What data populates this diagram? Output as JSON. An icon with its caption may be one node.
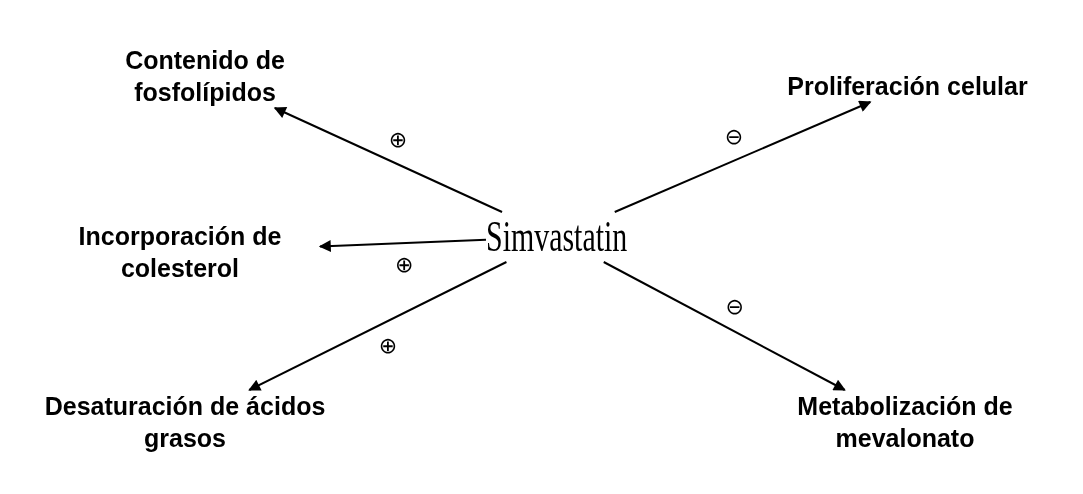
{
  "diagram": {
    "nodes": [
      {
        "text": [
          "Simvastatin"
        ]
      },
      {
        "text": [
          "Contenido de fosfolípidos"
        ]
      },
      {
        "text": [
          "Proliferación celular"
        ]
      },
      {
        "text": [
          "Incorporación de colesterol"
        ]
      },
      {
        "text": [
          "Desaturación de ácidos grasos"
        ]
      },
      {
        "text": [
          "Metabolización de mevalonato"
        ]
      }
    ],
    "edges": [
      {
        "from": 0,
        "to": 1,
        "arrow": "to",
        "label": "⊕"
      },
      {
        "from": 0,
        "to": 2,
        "arrow": "to",
        "label": "⊖"
      },
      {
        "from": 0,
        "to": 3,
        "arrow": "to",
        "label": "⊕"
      },
      {
        "from": 0,
        "to": 4,
        "arrow": "to",
        "label": "⊕"
      },
      {
        "from": 0,
        "to": 5,
        "arrow": "to",
        "label": "⊖"
      }
    ]
  }
}
